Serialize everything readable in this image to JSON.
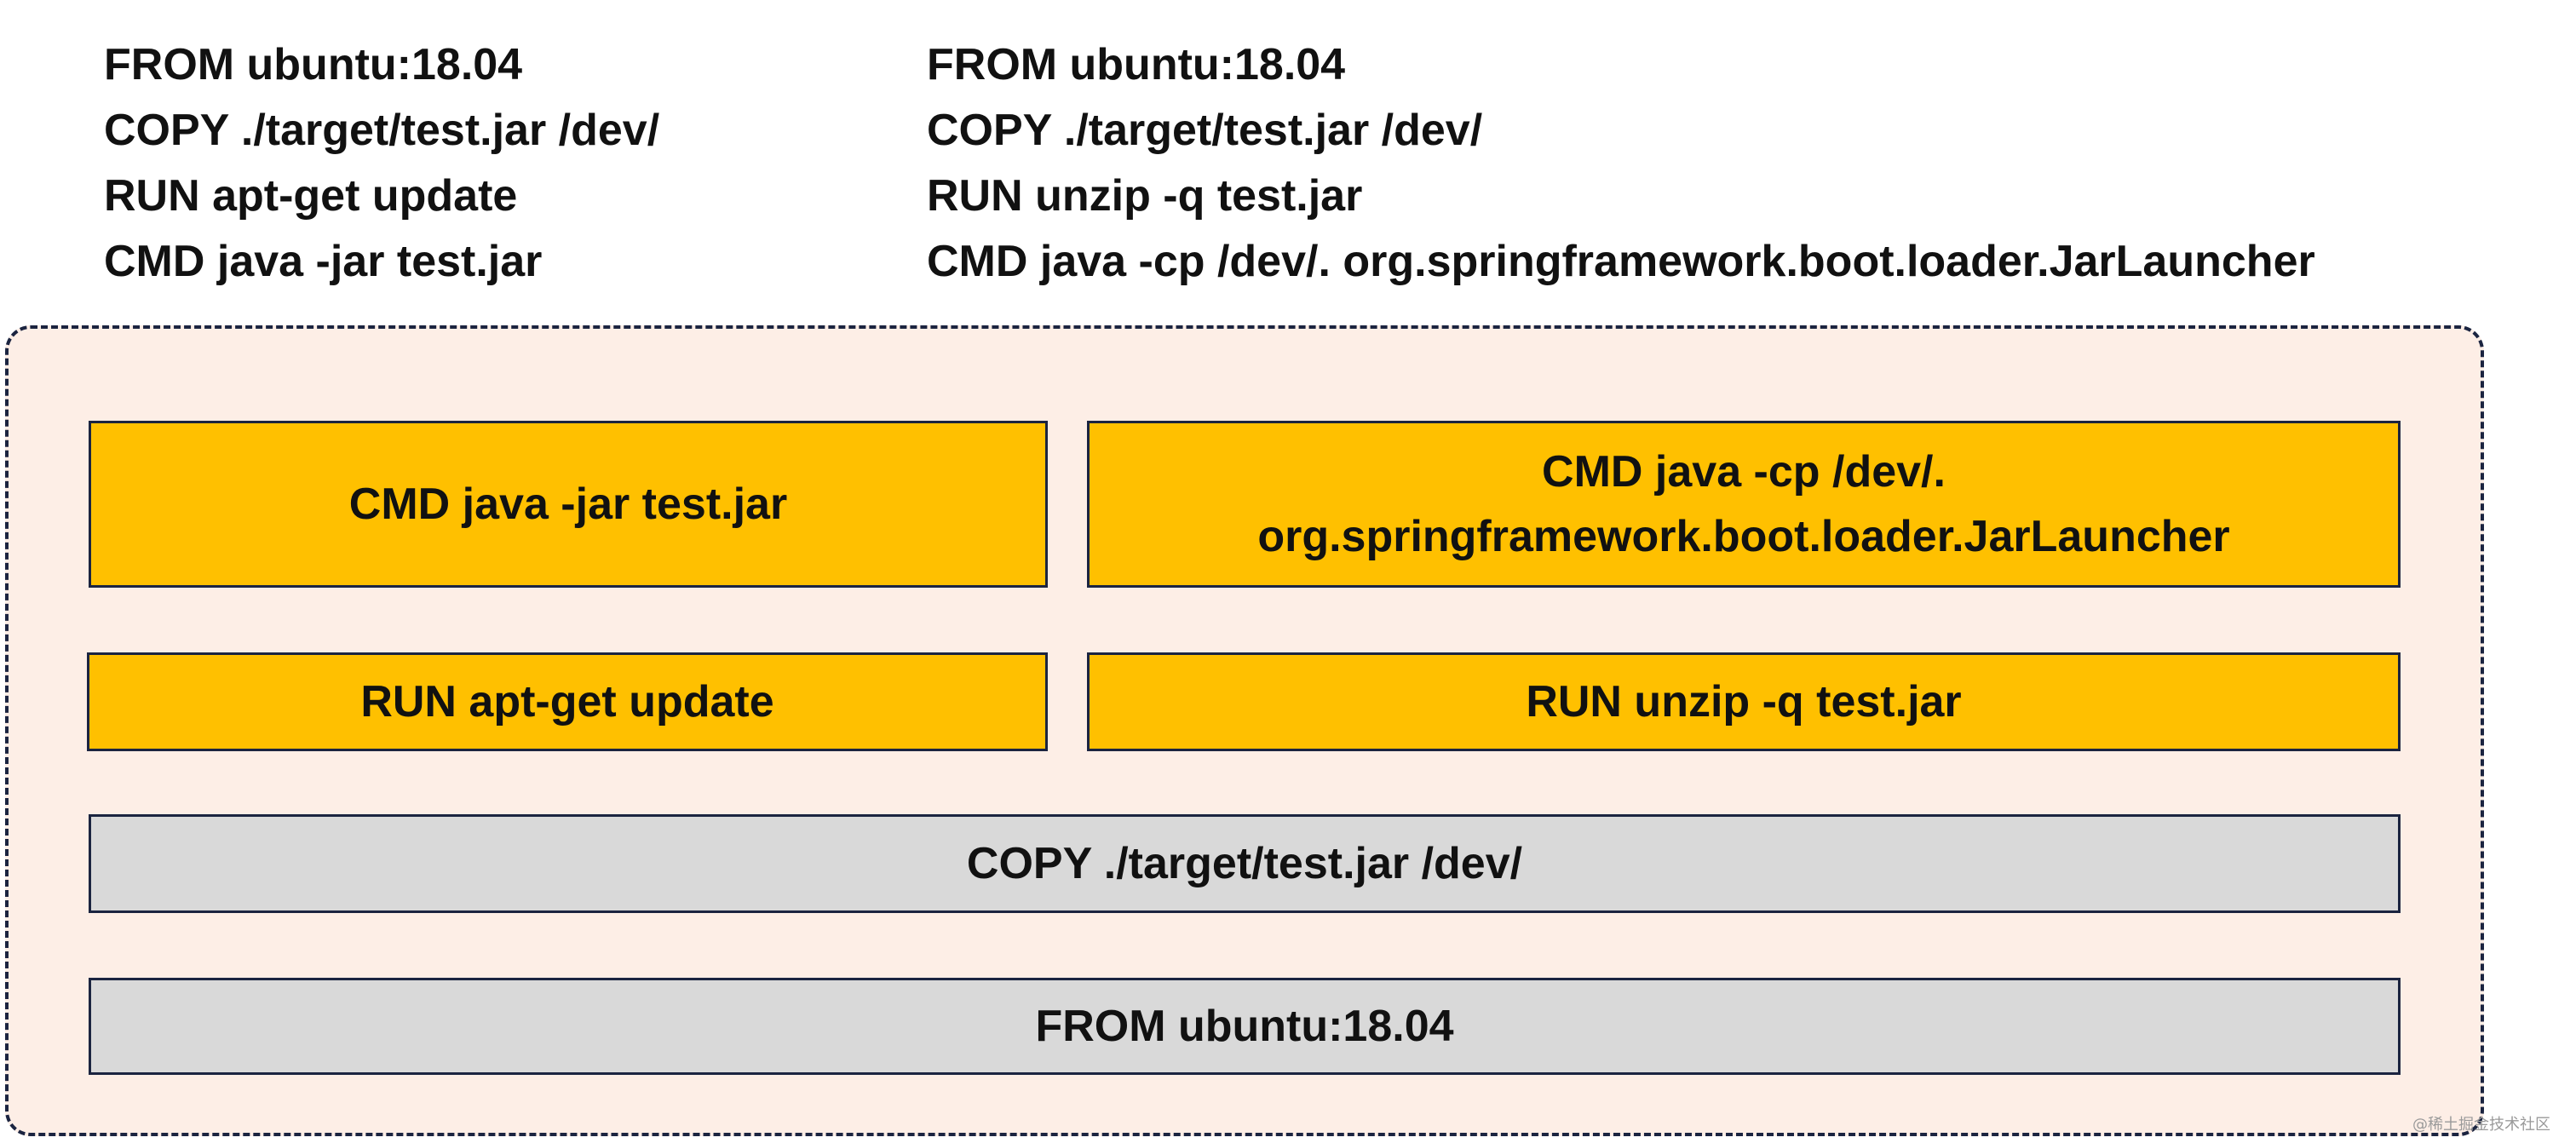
{
  "left_dockerfile": {
    "lines": [
      "FROM ubuntu:18.04",
      "COPY ./target/test.jar /dev/",
      "RUN apt-get update",
      "CMD java -jar test.jar"
    ]
  },
  "right_dockerfile": {
    "lines": [
      "FROM ubuntu:18.04",
      "COPY ./target/test.jar /dev/",
      "RUN unzip -q test.jar",
      "CMD java -cp /dev/. org.springframework.boot.loader.JarLauncher"
    ]
  },
  "layers": {
    "cmd_left": "CMD java -jar test.jar",
    "cmd_right": "CMD java -cp /dev/.\norg.springframework.boot.loader.JarLauncher",
    "run_left": "RUN apt-get update",
    "run_right": "RUN unzip -q test.jar",
    "copy_shared": "COPY ./target/test.jar /dev/",
    "from_shared": "FROM ubuntu:18.04"
  },
  "watermark": "@稀土掘金技术社区",
  "colors": {
    "changed_layer": "#ffc000",
    "shared_layer": "#d9d9d9",
    "container_background": "#fdeee6",
    "border": "#1b2440"
  }
}
